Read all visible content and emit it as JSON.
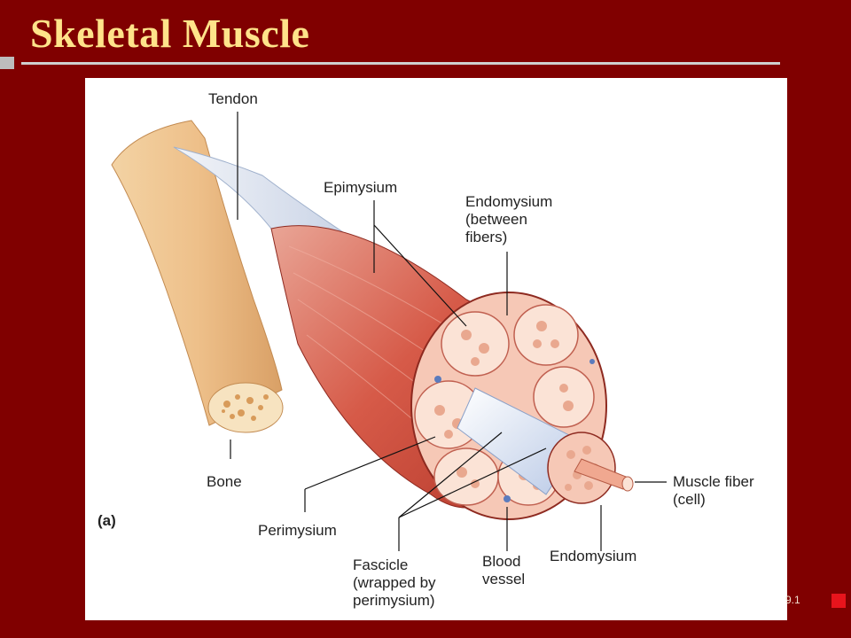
{
  "slide": {
    "title": "Skeletal Muscle",
    "figure_number": "9.1",
    "colors": {
      "background": "#800000",
      "title": "#ffe38a",
      "accent_square": "#e8141c",
      "rule": "#cfcfcf"
    }
  },
  "figure": {
    "panel_letter": "(a)",
    "labels": {
      "tendon": "Tendon",
      "epimysium": "Epimysium",
      "endomysium_between": [
        "Endomysium",
        "(between",
        "fibers)"
      ],
      "bone": "Bone",
      "perimysium": "Perimysium",
      "fascicle": [
        "Fascicle",
        "(wrapped by",
        "perimysium)"
      ],
      "blood_vessel": [
        "Blood",
        "vessel"
      ],
      "endomysium": "Endomysium",
      "muscle_fiber": [
        "Muscle fiber",
        "(cell)"
      ]
    }
  }
}
